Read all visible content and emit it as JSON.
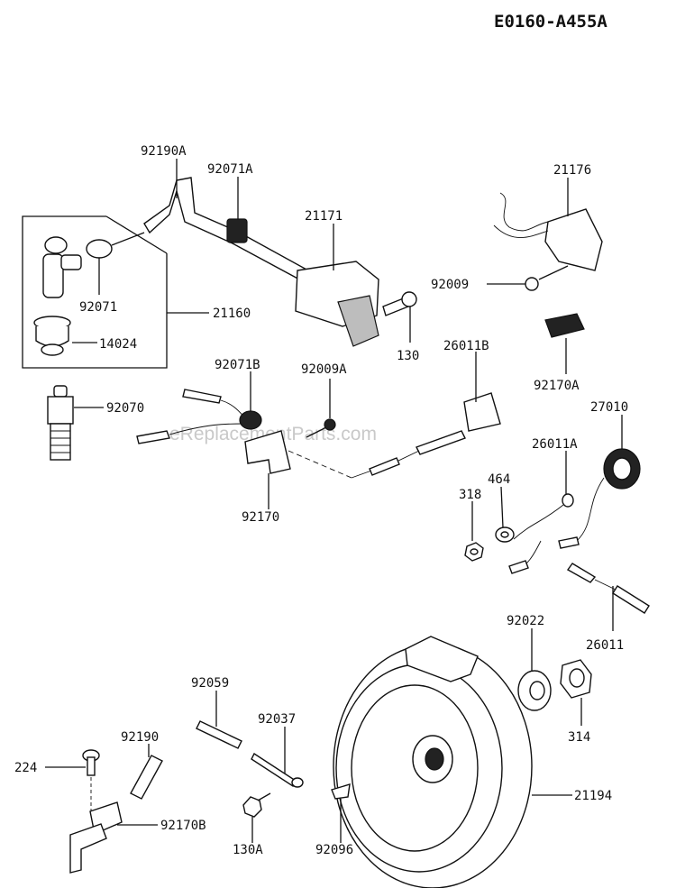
{
  "diagram_code": "E0160-A455A",
  "watermark": "eReplacementParts.com",
  "part_labels": {
    "p92190A": "92190A",
    "p92071A": "92071A",
    "p21171": "21171",
    "p21176": "21176",
    "p92071": "92071",
    "p21160": "21160",
    "p14024": "14024",
    "p92009": "92009",
    "p130": "130",
    "p26011B": "26011B",
    "p92170A": "92170A",
    "p92071B": "92071B",
    "p92009A": "92009A",
    "p92070": "92070",
    "p27010": "27010",
    "p26011A": "26011A",
    "p464": "464",
    "p318": "318",
    "p92170": "92170",
    "p92022": "92022",
    "p26011": "26011",
    "p92059": "92059",
    "p92037": "92037",
    "p314": "314",
    "p92190": "92190",
    "p224": "224",
    "p21194": "21194",
    "p92170B": "92170B",
    "p130A": "130A",
    "p92096": "92096"
  }
}
